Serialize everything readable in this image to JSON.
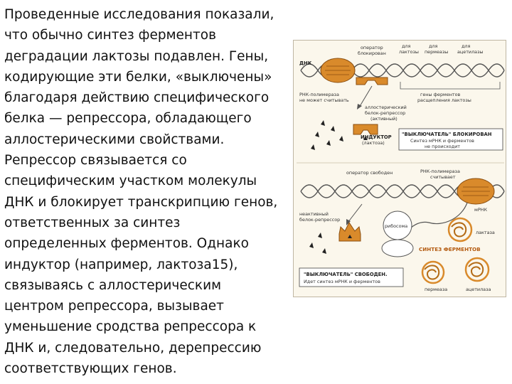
{
  "text": {
    "lines": [
      "Проведенные исследования показали,",
      "что обычно синтез ферментов",
      "деградации лактозы подавлен. Гены,",
      "кодирующие эти белки, «выключены»",
      "благодаря действию специфического",
      "белка — репрессора, обладающего",
      "аллостерическими свойствами.",
      "Репрессор связывается со",
      "специфическим участком молекулы",
      "ДНК и блокирует транскрипцию генов,",
      "ответственных за синтез",
      "определенных ферментов. Однако",
      "индуктор (например, лактоза15),",
      "связываясь с аллостерическим",
      "центром репрессора, вызывает",
      "уменьшение сродства репрессора к",
      "ДНК и, следовательно, дерепрессию",
      "соответствующих генов."
    ]
  },
  "figure": {
    "colors": {
      "orange": "#d98a2b",
      "dna": "#555555",
      "panel": "#fbf7ec"
    },
    "top": {
      "dna_label": "ДНК",
      "operator_label_1": "оператор",
      "operator_label_2": "блокирован",
      "gene_labels": [
        [
          "для",
          "лактозы"
        ],
        [
          "для",
          "пермеазы"
        ],
        [
          "для",
          "ацетилазы"
        ]
      ],
      "rnap_label_1": "РНК-полимераза",
      "rnap_label_2": "не может считывать",
      "genes_label_1": "гены ферментов",
      "genes_label_2": "расщепления лактозы",
      "repressor_label_1": "аллостерический",
      "repressor_label_2": "белок-репрессор",
      "repressor_label_3": "(активный)",
      "inducer_label_1": "ИНДУКТОР",
      "inducer_label_2": "(лактоза)",
      "switch_title": "\"ВЫКЛЮЧАТЕЛЬ\" БЛОКИРОВАН",
      "switch_line_1": "Синтез мРНК и ферментов",
      "switch_line_2": "не происходит"
    },
    "bottom": {
      "operator_free": "оператор свободен",
      "rnap_label_1": "РНК-полимераза",
      "rnap_label_2": "считывает",
      "repressor_label_1": "неактивный",
      "repressor_label_2": "белок-репрессор",
      "ribosome_label": "рибосома",
      "mrna_label": "мРНК",
      "lactase_label": "лактаза",
      "enzyme_synth": "СИНТЕЗ ФЕРМЕНТОВ",
      "switch_title": "\"ВЫКЛЮЧАТЕЛЬ\" СВОБОДЕН.",
      "switch_line_1": "Идет синтез мРНК и ферментов",
      "permease_label": "пермеаза",
      "acetylase_label": "ацетилаза"
    }
  }
}
